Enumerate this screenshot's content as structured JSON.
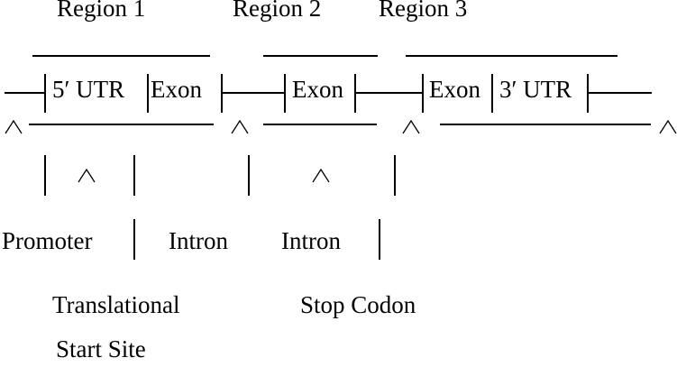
{
  "figure": {
    "title_semantics": "Gene structure diagram",
    "colors": {
      "ink": "#000000",
      "background": "#ffffff"
    },
    "region_labels": [
      {
        "label": "Region 1"
      },
      {
        "label": "Region 2"
      },
      {
        "label": "Region 3"
      }
    ],
    "gene_segments": [
      {
        "label": "5′ UTR"
      },
      {
        "label": "Exon"
      },
      {
        "label": "Exon"
      },
      {
        "label": "Exon"
      },
      {
        "label": "3′ UTR"
      }
    ],
    "feature_labels": {
      "promoter": "Promoter",
      "intron_1": "Intron",
      "intron_2": "Intron",
      "translational_start_line1": "Translational",
      "translational_start_line2": "Start Site",
      "stop_codon": "Stop Codon"
    }
  }
}
